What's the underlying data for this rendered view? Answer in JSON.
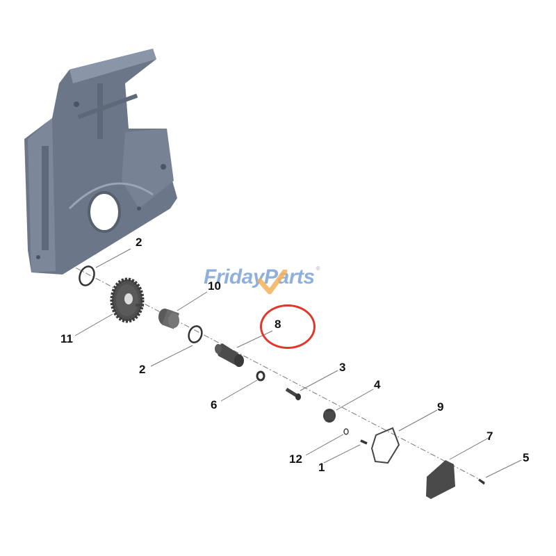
{
  "diagram": {
    "type": "exploded-parts-view",
    "subject": "Engine front gear cover with idler gear assembly",
    "watermark": {
      "text_part1": "Friday",
      "text_part2": "Parts",
      "registered_mark": "®",
      "color": "#8fb0dc",
      "accent_color": "#f3b25c"
    },
    "highlight": {
      "target_callout": "8",
      "color": "#e3362b",
      "shape": "circle"
    },
    "callouts": [
      {
        "id": "c2a",
        "label": "2",
        "part": "o-ring (upper)"
      },
      {
        "id": "c10",
        "label": "10",
        "part": "bushing/sleeve"
      },
      {
        "id": "c11",
        "label": "11",
        "part": "idler gear"
      },
      {
        "id": "c2b",
        "label": "2",
        "part": "o-ring (lower)"
      },
      {
        "id": "c8",
        "label": "8",
        "part": "shaft sleeve (highlighted)"
      },
      {
        "id": "c6",
        "label": "6",
        "part": "washer"
      },
      {
        "id": "c3",
        "label": "3",
        "part": "bolt"
      },
      {
        "id": "c4",
        "label": "4",
        "part": "hub"
      },
      {
        "id": "c9",
        "label": "9",
        "part": "gasket"
      },
      {
        "id": "c12",
        "label": "12",
        "part": "small o-ring"
      },
      {
        "id": "c1",
        "label": "1",
        "part": "screw"
      },
      {
        "id": "c7",
        "label": "7",
        "part": "cover plate"
      },
      {
        "id": "c5",
        "label": "5",
        "part": "bolt"
      }
    ]
  }
}
